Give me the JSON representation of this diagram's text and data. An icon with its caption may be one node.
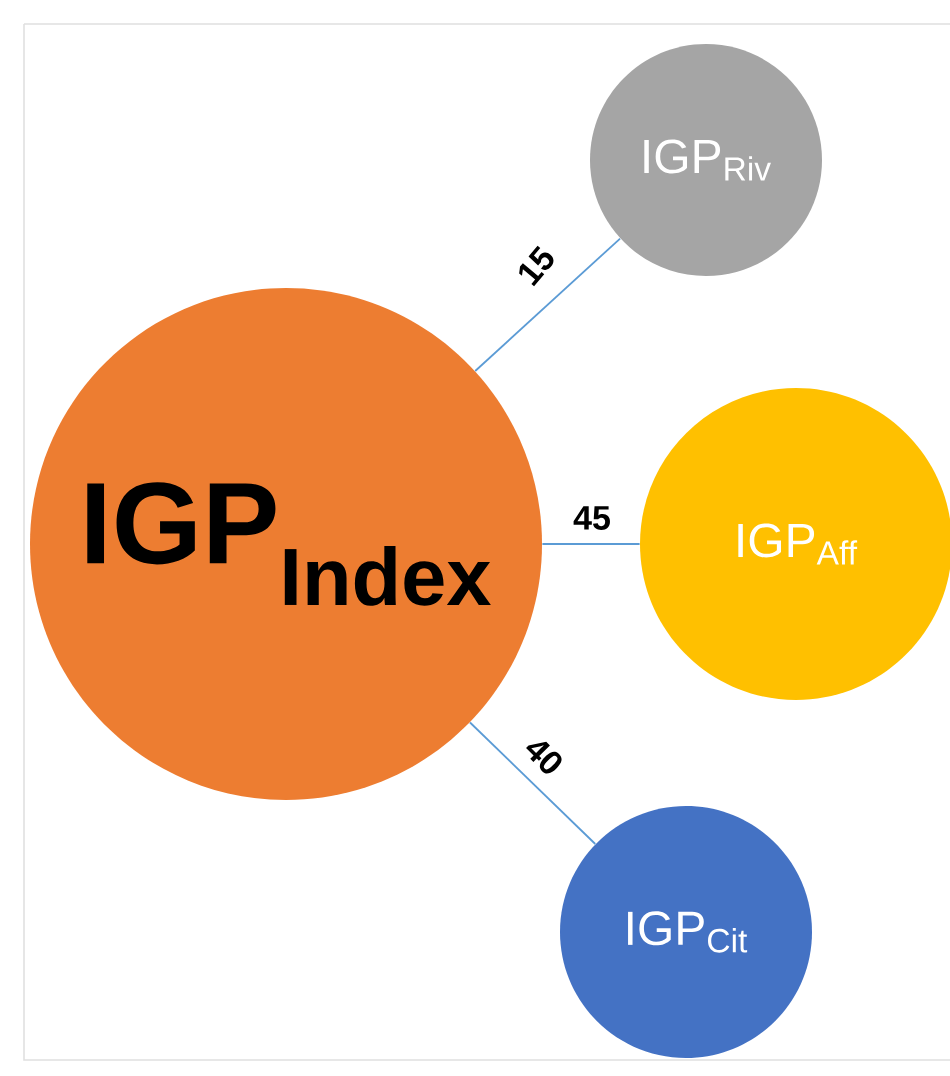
{
  "diagram": {
    "nodes": [
      {
        "text": [
          "IGP$_{Index}$"
        ]
      },
      {
        "text": [
          "IGP$_{Riv}$"
        ]
      },
      {
        "text": [
          "IGP$_{Aff}$"
        ]
      },
      {
        "text": [
          "IGP$_{Cit}$"
        ]
      }
    ],
    "edges": [
      {
        "from": 0,
        "to": 1,
        "arrow": "none",
        "label": "15"
      },
      {
        "from": 0,
        "to": 2,
        "arrow": "none",
        "label": "45"
      },
      {
        "from": 0,
        "to": 3,
        "arrow": "none",
        "label": "40"
      }
    ]
  }
}
